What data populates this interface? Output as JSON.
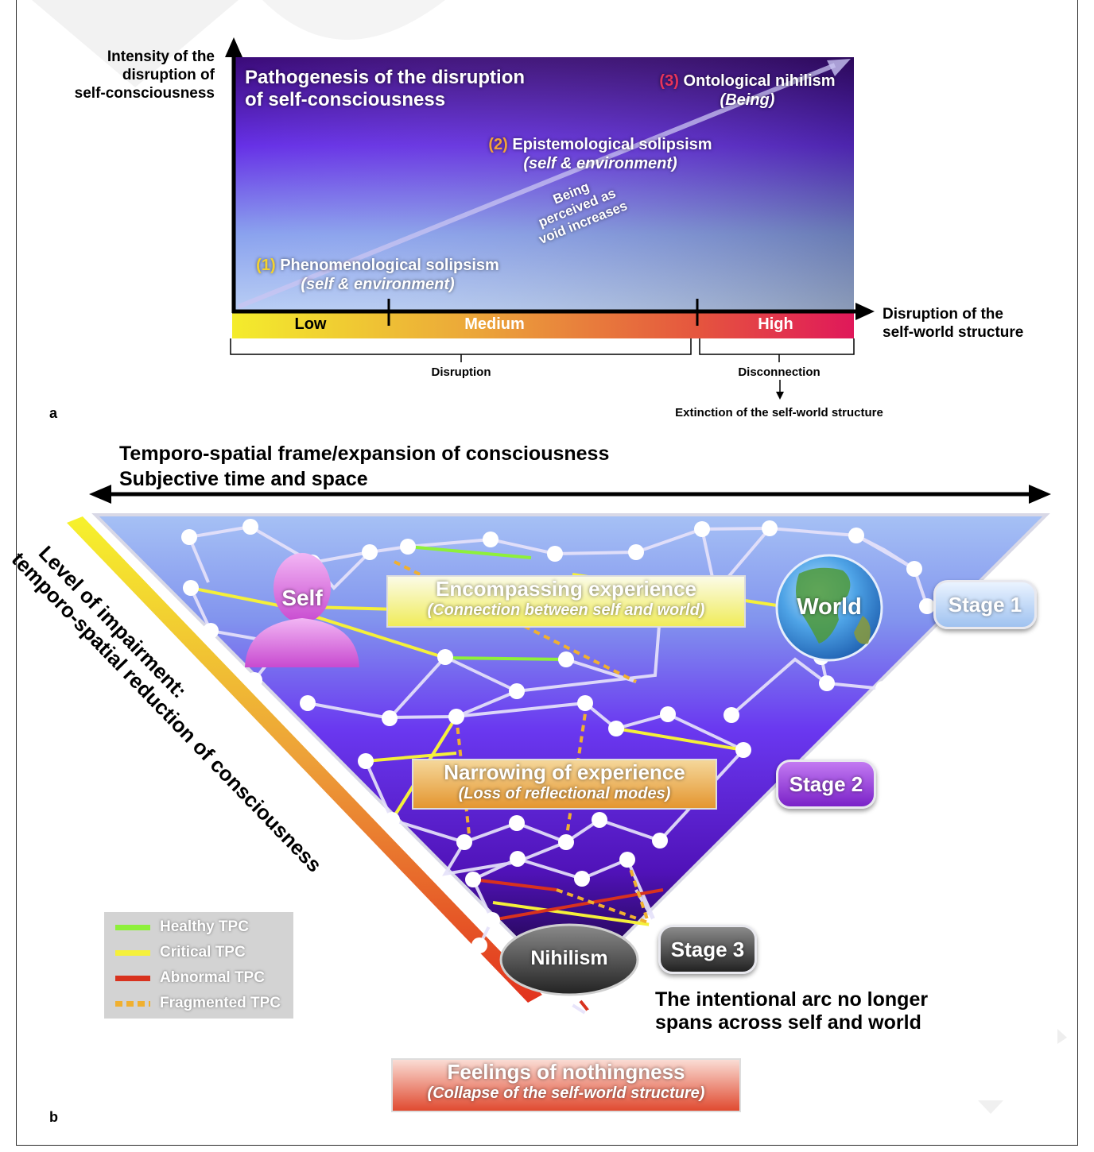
{
  "panel_a": {
    "label": "a",
    "y_axis_label": [
      "Intensity of the",
      "disruption of",
      "self-consciousness"
    ],
    "x_axis_label": [
      "Disruption of the",
      "self-world structure"
    ],
    "title": [
      "Pathogenesis of the disruption",
      "of self-consciousness"
    ],
    "arrow_label": [
      "Being",
      "perceived as",
      "void increases"
    ],
    "stages": [
      {
        "num": "(1)",
        "name": "Phenomenological solipsism",
        "sub": "(self & environment)",
        "num_color": "#f3d22e"
      },
      {
        "num": "(2)",
        "name": "Epistemological solipsism",
        "sub": "(self & environment)",
        "num_color": "#f2a23a"
      },
      {
        "num": "(3)",
        "name": "Ontological nihilism",
        "sub": "(Being)",
        "num_color": "#e8335a"
      }
    ],
    "levels": [
      "Low",
      "Medium",
      "High"
    ],
    "bracket_labels": {
      "left": "Disruption",
      "right": "Disconnection",
      "below": "Extinction of the self-world structure"
    }
  },
  "panel_b": {
    "label": "b",
    "top_axis_label": [
      "Temporo-spatial frame/expansion of consciousness",
      "Subjective time and space"
    ],
    "side_label": [
      "Level of impairment:",
      "temporo-spatial reduction of consciousness"
    ],
    "self_label": "Self",
    "world_label": "World",
    "nihilism_label": "Nihilism",
    "stage_badges": [
      "Stage 1",
      "Stage 2",
      "Stage 3"
    ],
    "encompassing": {
      "title": "Encompassing experience",
      "sub": "(Connection between self and world)"
    },
    "narrowing": {
      "title": "Narrowing of experience",
      "sub": "(Loss of reflectional modes)"
    },
    "nothingness": {
      "title": "Feelings of nothingness",
      "sub": "(Collapse of the self-world structure)"
    },
    "arc_note": [
      "The intentional arc no longer",
      "spans across self and world"
    ],
    "legend": [
      {
        "label": "Healthy TPC",
        "color": "#8ef03a",
        "style": "solid"
      },
      {
        "label": "Critical TPC",
        "color": "#f5f03a",
        "style": "solid"
      },
      {
        "label": "Abnormal TPC",
        "color": "#d8321e",
        "style": "solid"
      },
      {
        "label": "Fragmented TPC",
        "color": "#f0b030",
        "style": "dashed"
      }
    ]
  }
}
